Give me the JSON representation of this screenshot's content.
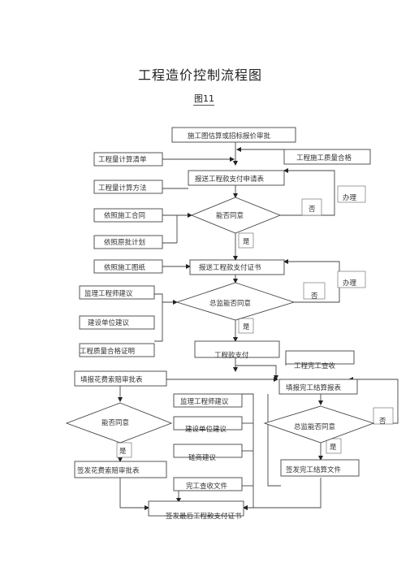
{
  "title": "工程造价控制流程图",
  "subtitle": "图11",
  "nodes": {
    "construction_estimate": "施工图估算或招标报价审批",
    "quantity_list": "工程量计算清单",
    "quality_qualified_top": "工程施工质量合格",
    "submit_payment_application": "报送工程款支付申请表",
    "quantity_method": "工程量计算方法",
    "handle_1": "办理",
    "per_contract": "依照施工合同",
    "can_agree_1": "能否同意",
    "no_1": "否",
    "yes_1": "是",
    "per_approved_plan": "依照原批计划",
    "per_drawings": "依照施工图纸",
    "submit_payment_certificate": "报送工程款支付证书",
    "handle_2": "办理",
    "supervisor_advice": "监理工程师建议",
    "chief_supervisor_agree_1": "总监能否同意",
    "no_2": "否",
    "owner_advice": "建设单位建议",
    "yes_2": "是",
    "quality_certificate": "工程质量合格证明",
    "project_payment": "工程款支付",
    "completion_inspection": "工程完工查收",
    "fill_cost_approval": "填报花费索赔审批表",
    "fill_settlement_report": "填报完工结算报表",
    "supervisor_advice_2": "监理工程师建议",
    "can_agree_2": "能否同意",
    "owner_advice_2": "建设单位建议",
    "chief_supervisor_agree_2": "总监能否同意",
    "no_3": "否",
    "yes_3": "是",
    "consult_advice": "磋商建议",
    "yes_4": "是",
    "sign_cost_approval": "签发花费索赔审批表",
    "completion_docs": "完工查收文件",
    "sign_settlement_docs": "签发完工结算文件",
    "sign_final_certificate": "签发最后工程款支付证书"
  }
}
